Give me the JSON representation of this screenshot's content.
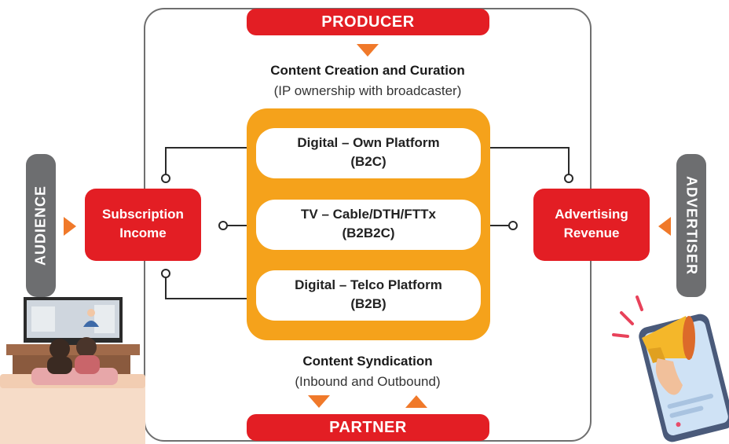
{
  "producer": "PRODUCER",
  "partner": "PARTNER",
  "audience": "AUDIENCE",
  "advertiser": "ADVERTISER",
  "content_creation": {
    "title": "Content Creation and Curation",
    "subtitle": "(IP ownership with broadcaster)"
  },
  "content_syndication": {
    "title": "Content Syndication",
    "subtitle": "(Inbound and Outbound)"
  },
  "channels": [
    {
      "line1": "Digital – Own Platform",
      "line2": "(B2C)"
    },
    {
      "line1": "TV – Cable/DTH/FTTx",
      "line2": "(B2B2C)"
    },
    {
      "line1": "Digital – Telco Platform",
      "line2": "(B2B)"
    }
  ],
  "subscription": {
    "line1": "Subscription",
    "line2": "Income"
  },
  "advertising": {
    "line1": "Advertising",
    "line2": "Revenue"
  },
  "colors": {
    "red": "#e31e24",
    "orange": "#f5a21b",
    "arrow": "#f0792a",
    "grey": "#6d6e70"
  },
  "icons": [
    "tv-audience-illustration",
    "megaphone-phone-illustration"
  ]
}
